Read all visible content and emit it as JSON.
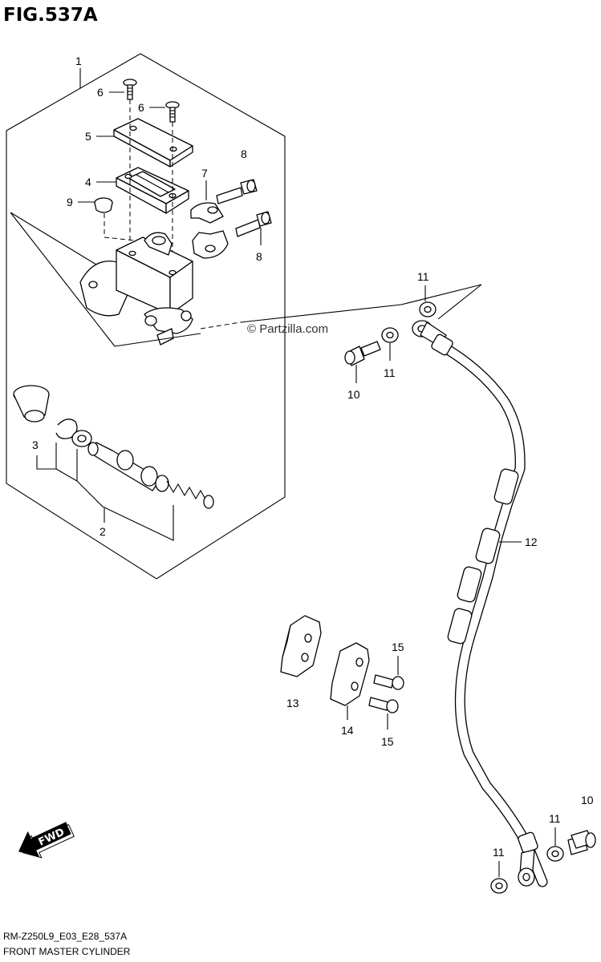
{
  "figure": {
    "title": "FIG.537A",
    "watermark": "© Partzilla.com",
    "fwd_label": "FWD",
    "footer_code": "RM-Z250L9_E03_E28_537A",
    "footer_name": "FRONT MASTER CYLINDER"
  },
  "callouts": {
    "c1": "1",
    "c2": "2",
    "c3": "3",
    "c4": "4",
    "c5": "5",
    "c6a": "6",
    "c6b": "6",
    "c7": "7",
    "c8a": "8",
    "c8b": "8",
    "c9": "9",
    "c10a": "10",
    "c10b": "10",
    "c11a": "11",
    "c11b": "11",
    "c11c": "11",
    "c11d": "11",
    "c12": "12",
    "c13": "13",
    "c14": "14",
    "c15a": "15",
    "c15b": "15"
  }
}
